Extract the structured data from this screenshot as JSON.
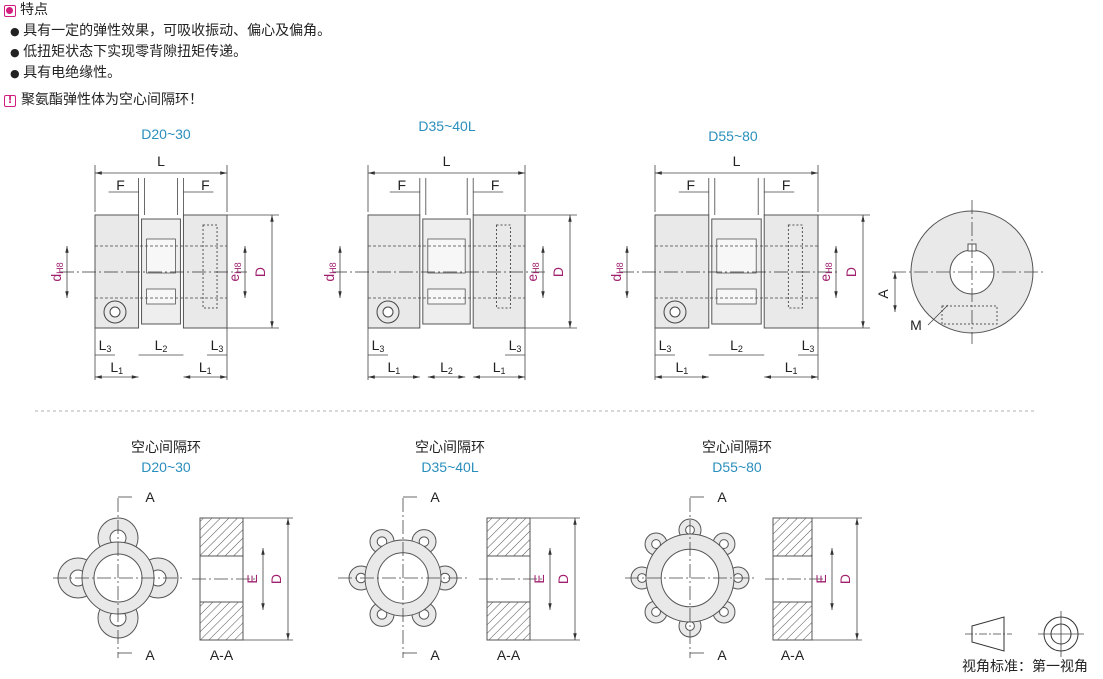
{
  "features": {
    "title": "特点",
    "items": [
      "具有一定的弹性效果，可吸收振动、偏心及偏角。",
      "低扭矩状态下实现零背隙扭矩传递。",
      "具有电绝缘性。"
    ],
    "warning": "聚氨酯弹性体为空心间隔环！"
  },
  "colors": {
    "accent": "#d21d7e",
    "title_blue": "#2a8fbd",
    "dim_magenta": "#a0206e"
  },
  "couplings": [
    {
      "title": "D20~30",
      "L": "L",
      "F": "F",
      "D": "D",
      "d": "dH8",
      "e": "eH8",
      "row1": [
        "L3",
        "L2",
        "L3"
      ],
      "row2": [
        "L1",
        "L1"
      ]
    },
    {
      "title": "D35~40L",
      "L": "L",
      "F": "F",
      "D": "D",
      "d": "dH8",
      "e": "eH8",
      "row1": [
        "L3",
        "L3"
      ],
      "row2": [
        "L1",
        "L2",
        "L1"
      ]
    },
    {
      "title": "D55~80",
      "L": "L",
      "F": "F",
      "D": "D",
      "d": "dH8",
      "e": "eH8",
      "row1": [
        "L3",
        "L2",
        "L3"
      ],
      "row2": [
        "L1",
        "L1"
      ]
    }
  ],
  "side_view": {
    "A": "A",
    "M": "M"
  },
  "spacers": [
    {
      "name": "空心间隔环",
      "title": "D20~30",
      "A": "A",
      "section": "A-A",
      "E": "E",
      "D": "D",
      "lobes": 4
    },
    {
      "name": "空心间隔环",
      "title": "D35~40L",
      "A": "A",
      "section": "A-A",
      "E": "E",
      "D": "D",
      "lobes": 6
    },
    {
      "name": "空心间隔环",
      "title": "D55~80",
      "A": "A",
      "section": "A-A",
      "E": "E",
      "D": "D",
      "lobes": 8
    }
  ],
  "projection": {
    "label": "视角标准：第一视角"
  }
}
